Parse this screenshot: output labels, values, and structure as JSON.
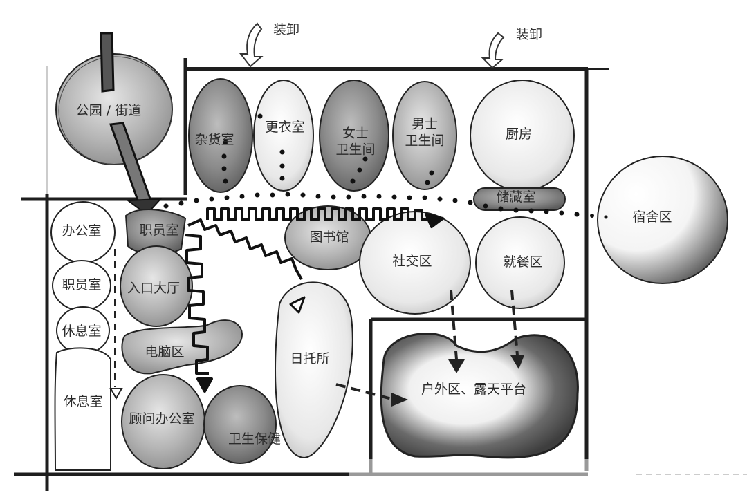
{
  "diagram": {
    "type": "bubble-diagram",
    "description": "Hand-drawn functional adjacency / bubble diagram of a community center floor plan",
    "loading_labels": [
      "装卸",
      "装卸"
    ],
    "outside_areas": {
      "park_street": "公园 / 街道",
      "dormitory": "宿舍区"
    },
    "rooms": {
      "storage_grocery": "杂货室",
      "locker_room": "更衣室",
      "womens_restroom": "女士\n卫生间",
      "mens_restroom": "男士\n卫生间",
      "kitchen": "厨房",
      "pantry_storage": "储藏室",
      "office": "办公室",
      "staff_room_top": "职员室",
      "staff_room": "职员室",
      "entrance_lobby": "入口大厅",
      "rest_room_1": "休息室",
      "rest_room_2": "休息室",
      "computer_area": "电脑区",
      "counselor_office": "顾问办公室",
      "health_care": "卫生保健",
      "library": "图书馆",
      "social_area": "社交区",
      "dining_area": "就餐区",
      "daycare": "日托所",
      "outdoor_terrace": "户外区、露天平台"
    },
    "colors": {
      "ink": "#1e1e1e",
      "wash_dark": "#6e6e6e",
      "wash_mid": "#9c9c9c",
      "wash_light": "#cfcfcf",
      "paper": "#ffffff"
    }
  }
}
